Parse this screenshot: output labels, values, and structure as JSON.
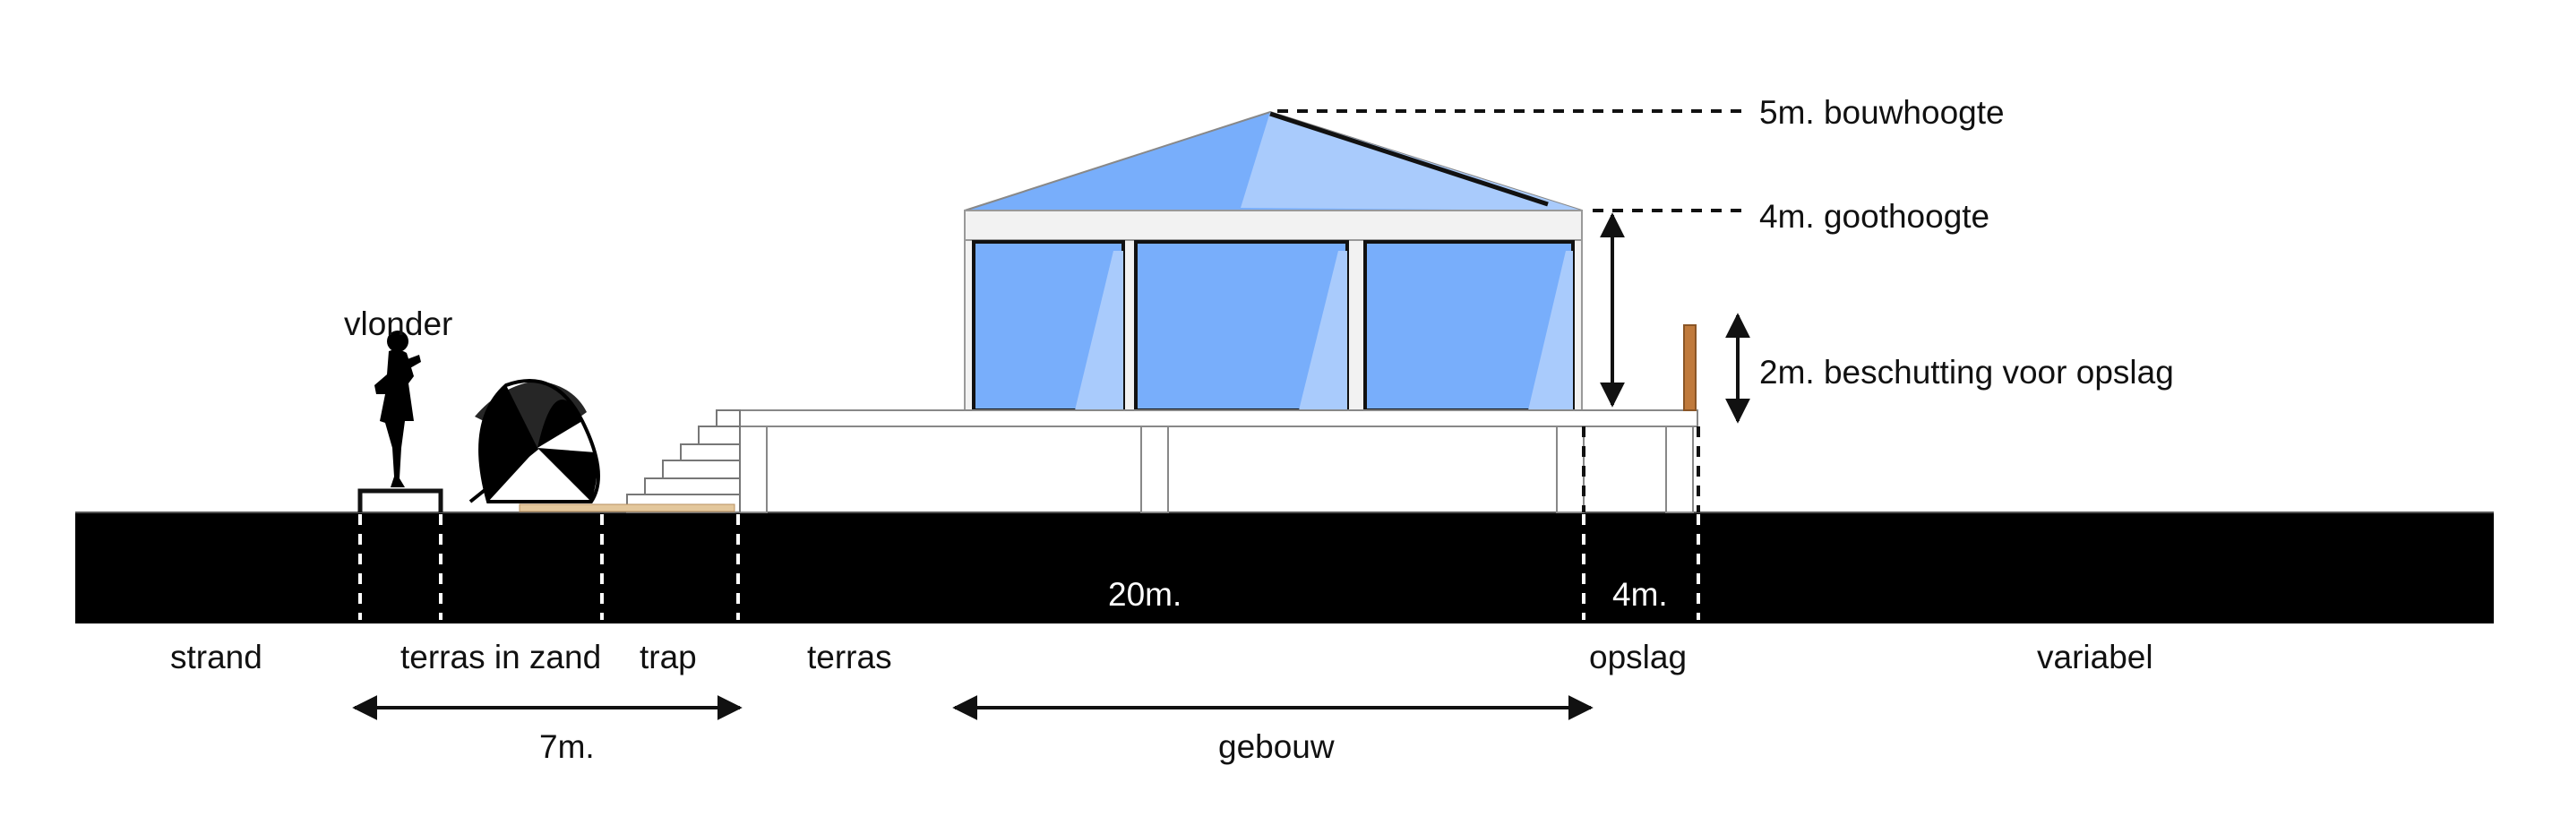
{
  "labels": {
    "vlonder": "vlonder",
    "bouwhoogte": "5m. bouwhoogte",
    "goothoogte": "4m. goothoogte",
    "beschutting": "2m. beschutting voor opslag",
    "dim_20": "20m.",
    "dim_4": "4m.",
    "strand": "strand",
    "terras_in_zand": "terras in zand",
    "trap": "trap",
    "terras": "terras",
    "opslag": "opslag",
    "variabel": "variabel",
    "dim_7": "7m.",
    "gebouw": "gebouw"
  },
  "colors": {
    "ground": "#000000",
    "glass": "#78aefb",
    "glass_light": "#a9cbfc",
    "wood": "#c07a3c",
    "deck": "#e3c79c",
    "frame": "#f2f2f2"
  }
}
